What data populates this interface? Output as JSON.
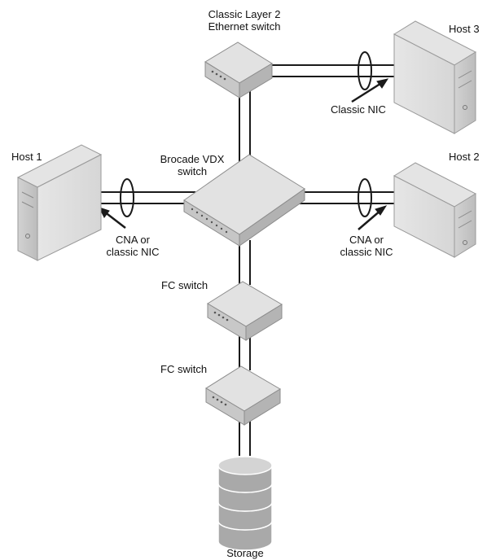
{
  "labels": {
    "classic_switch_line1": "Classic Layer 2",
    "classic_switch_line2": "Ethernet switch",
    "host3": "Host 3",
    "classic_nic_host3": "Classic NIC",
    "host1": "Host 1",
    "vdx_line1": "Brocade VDX",
    "vdx_line2": "switch",
    "host2": "Host 2",
    "cna_host1_line1": "CNA or",
    "cna_host1_line2": "classic NIC",
    "cna_host2_line1": "CNA or",
    "cna_host2_line2": "classic NIC",
    "fc_switch_1": "FC switch",
    "fc_switch_2": "FC switch",
    "storage": "Storage"
  },
  "colors": {
    "device_top": "#e4e4e4",
    "device_side": "#bdbdbd",
    "device_front": "#cfcfcf",
    "line": "#1a1a1a",
    "disk_top": "#cfcfcf",
    "disk_side": "#a9a9a9"
  }
}
